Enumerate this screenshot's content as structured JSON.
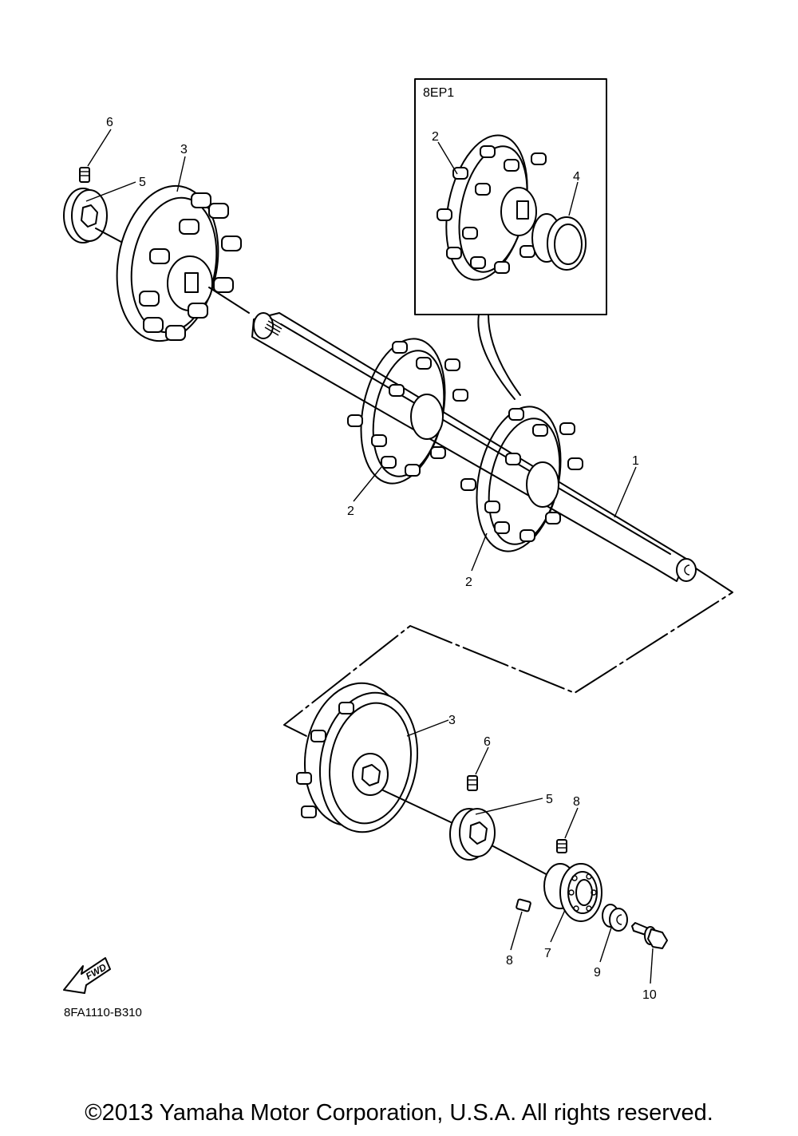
{
  "diagram": {
    "inset_label": "8EP1",
    "part_code": "8FA1110-B310",
    "fwd_label": "FWD",
    "callouts": {
      "c1": "1",
      "c2a": "2",
      "c2b": "2",
      "c2c": "2",
      "c3a": "3",
      "c3b": "3",
      "c4": "4",
      "c5a": "5",
      "c5b": "5",
      "c6a": "6",
      "c6b": "6",
      "c7": "7",
      "c8a": "8",
      "c8b": "8",
      "c9": "9",
      "c10": "10"
    }
  },
  "footer": {
    "copyright": "©2013 Yamaha Motor Corporation, U.S.A. All rights reserved."
  }
}
